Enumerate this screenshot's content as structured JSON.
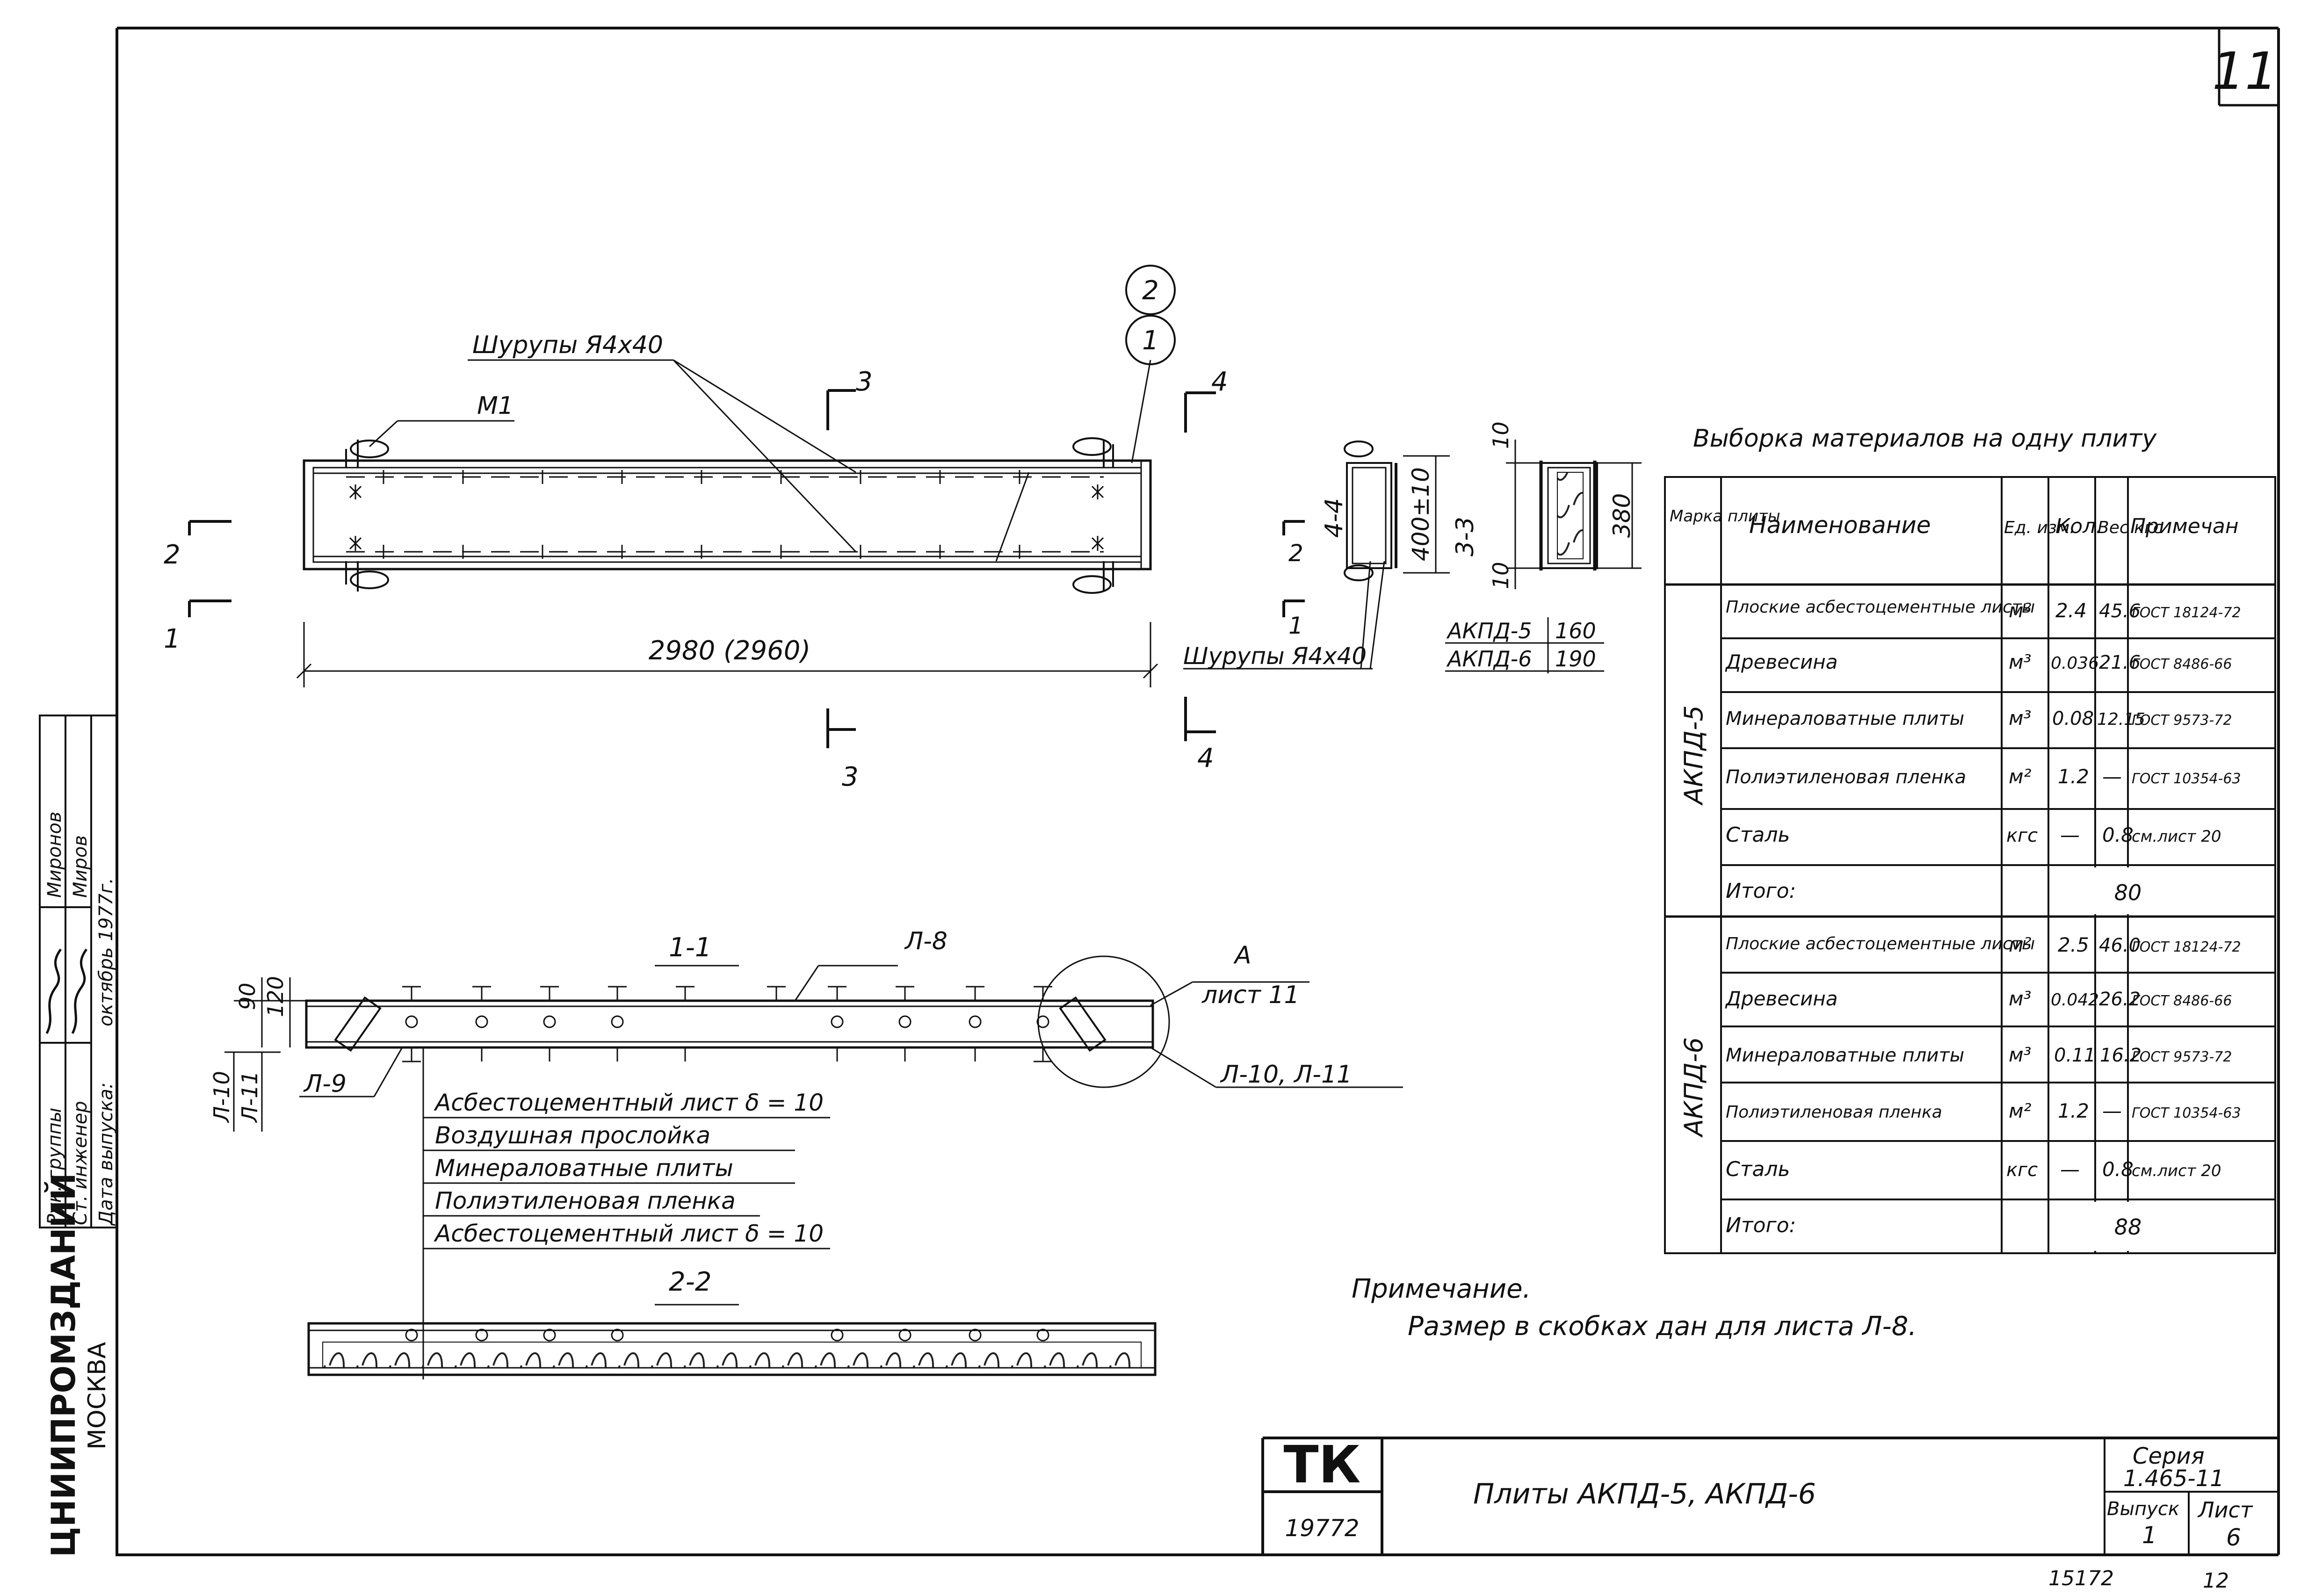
{
  "sheet_number": "11",
  "drawing": {
    "screws_label": "Шурупы Я4х40",
    "m1_label": "М1",
    "callout_2": "2",
    "callout_1": "1",
    "cut_3": "3",
    "cut_4": "4",
    "cut_2": "2",
    "cut_1": "1",
    "length_dim": "2980 (2960)",
    "sec44_label": "4-4",
    "sec33_label": "3-3",
    "height_dim": "400±10",
    "dim_380": "380",
    "dim_10_top": "10",
    "dim_10_bottom": "10",
    "akpd5_label": "АКПД-5",
    "akpd5_width": "160",
    "akpd6_label": "АКПД-6",
    "akpd6_width": "190",
    "screws_label_2": "Шурупы Я4х40",
    "sec11_label": "1-1",
    "l8_label": "Л-8",
    "a_label": "А",
    "a_sheet": "лист 11",
    "l9_label": "Л-9",
    "l1011_label": "Л-10, Л-11",
    "dim_90": "90",
    "dim_120": "120",
    "l10_side": "Л-10",
    "l11_side": "Л-11",
    "sec22_label": "2-2"
  },
  "layers": [
    "Асбестоцементный лист δ = 10",
    "Воздушная прослойка",
    "Минераловатные плиты",
    "Полиэтиленовая пленка",
    "Асбестоцементный лист δ = 10"
  ],
  "materials_table": {
    "caption": "Выборка материалов на одну плиту",
    "headers": {
      "mark": "Марка плиты",
      "name": "Наименование",
      "unit": "Ед. изм.",
      "qty": "Кол.",
      "weight": "Вес кгс",
      "note": "Примечан"
    },
    "groups": [
      {
        "mark": "АКПД-5",
        "rows": [
          {
            "name": "Плоские асбестоцементные листы",
            "unit": "м²",
            "qty": "2.4",
            "weight": "45.6",
            "note": "ГОСТ 18124-72"
          },
          {
            "name": "Древесина",
            "unit": "м³",
            "qty": "0.036",
            "weight": "21.6",
            "note": "ГОСТ 8486-66"
          },
          {
            "name": "Минераловатные плиты",
            "unit": "м³",
            "qty": "0.08",
            "weight": "12.15",
            "note": "ГОСТ 9573-72"
          },
          {
            "name": "Полиэтиленовая пленка",
            "unit": "м²",
            "qty": "1.2",
            "weight": "—",
            "note": "ГОСТ 10354-63"
          },
          {
            "name": "Сталь",
            "unit": "кгс",
            "qty": "—",
            "weight": "0.8",
            "note": "см.лист 20"
          }
        ],
        "total_label": "Итого:",
        "total": "80"
      },
      {
        "mark": "АКПД-6",
        "rows": [
          {
            "name": "Плоские асбестоцементные листы",
            "unit": "м²",
            "qty": "2.5",
            "weight": "46.0",
            "note": "ГОСТ 18124-72"
          },
          {
            "name": "Древесина",
            "unit": "м³",
            "qty": "0.042",
            "weight": "26.2",
            "note": "ГОСТ 8486-66"
          },
          {
            "name": "Минераловатные плиты",
            "unit": "м³",
            "qty": "0.11",
            "weight": "16.2",
            "note": "ГОСТ 9573-72"
          },
          {
            "name": "Полиэтиленовая пленка",
            "unit": "м²",
            "qty": "1.2",
            "weight": "—",
            "note": "ГОСТ 10354-63"
          },
          {
            "name": "Сталь",
            "unit": "кгс",
            "qty": "—",
            "weight": "0.8",
            "note": "см.лист 20"
          }
        ],
        "total_label": "Итого:",
        "total": "88"
      }
    ]
  },
  "note": {
    "title": "Примечание.",
    "text": "Размер в скобках дан для листа Л-8."
  },
  "title_block": {
    "org": "ТК",
    "code": "19772",
    "title": "Плиты АКПД-5, АКПД-6",
    "series_label": "Серия",
    "series": "1.465-11",
    "issue_label": "Выпуск",
    "issue": "1",
    "sheet_label": "Лист",
    "sheet": "6"
  },
  "side_stamp": {
    "rows": [
      {
        "role": "Рук. группы",
        "name": "Миронов"
      },
      {
        "role": "Ст. инженер",
        "name": "Миров"
      },
      {
        "role": "Дата выпуска:",
        "name": "октябрь 1977г."
      }
    ],
    "org": "ЦНИИПРОМЗДАНИЙ",
    "city": "МОСКВА"
  },
  "footer_numbers": {
    "left": "15172",
    "right": "12"
  }
}
